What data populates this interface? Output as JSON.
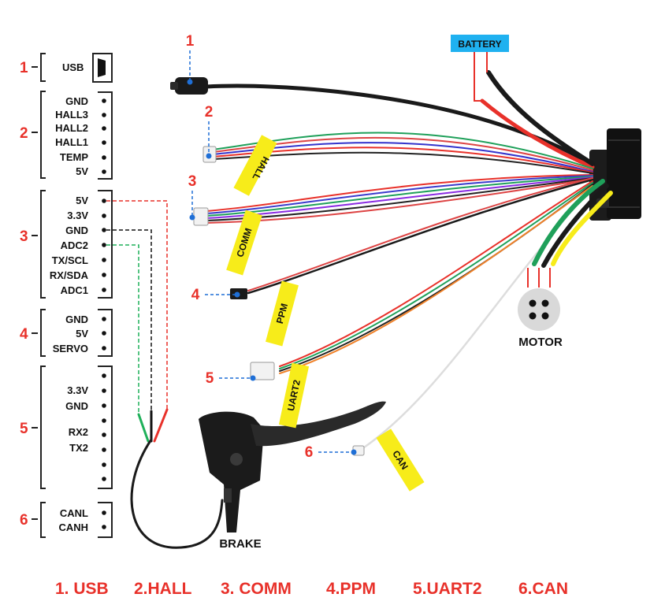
{
  "groups": [
    {
      "num": "1",
      "pins": [
        "USB"
      ]
    },
    {
      "num": "2",
      "pins": [
        "GND",
        "HALL3",
        "HALL2",
        "HALL1",
        "TEMP",
        "5V"
      ]
    },
    {
      "num": "3",
      "pins": [
        "5V",
        "3.3V",
        "GND",
        "ADC2",
        "TX/SCL",
        "RX/SDA",
        "ADC1"
      ]
    },
    {
      "num": "4",
      "pins": [
        "GND",
        "5V",
        "SERVO"
      ]
    },
    {
      "num": "5",
      "pins": [
        "3.3V",
        "GND",
        "RX2",
        "TX2"
      ]
    },
    {
      "num": "6",
      "pins": [
        "CANL",
        "CANH"
      ]
    }
  ],
  "connectors": [
    {
      "num": "1"
    },
    {
      "num": "2"
    },
    {
      "num": "3"
    },
    {
      "num": "4"
    },
    {
      "num": "5"
    },
    {
      "num": "6"
    }
  ],
  "tags": [
    "HALL",
    "COMM",
    "PPM",
    "UART2",
    "CAN"
  ],
  "battery_label": "BATTERY",
  "motor_label": "MOTOR",
  "brake_label": "BRAKE",
  "legend": [
    "1. USB",
    "2.HALL",
    "3. COMM",
    "4.PPM",
    "5.UART2",
    "6.CAN"
  ],
  "colors": {
    "accent": "#e8312a",
    "battery_tag": "#1fb1f0",
    "tag_yellow": "#f7ec1a",
    "callout": "#1f6fd6"
  }
}
